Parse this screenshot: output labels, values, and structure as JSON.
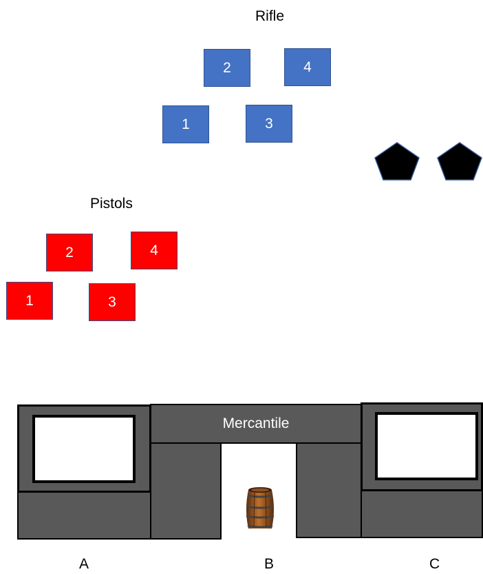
{
  "rifle": {
    "title": "Rifle",
    "targets": [
      "1",
      "2",
      "3",
      "4"
    ],
    "color": "#4472c4"
  },
  "pistols": {
    "title": "Pistols",
    "targets": [
      "1",
      "2",
      "3",
      "4"
    ],
    "color": "#ff0000"
  },
  "props": {
    "pentagon_color": "#000000",
    "barrel_icon": "barrel-icon"
  },
  "building": {
    "sign": "Mercantile",
    "color": "#595959"
  },
  "positions": [
    "A",
    "B",
    "C"
  ]
}
